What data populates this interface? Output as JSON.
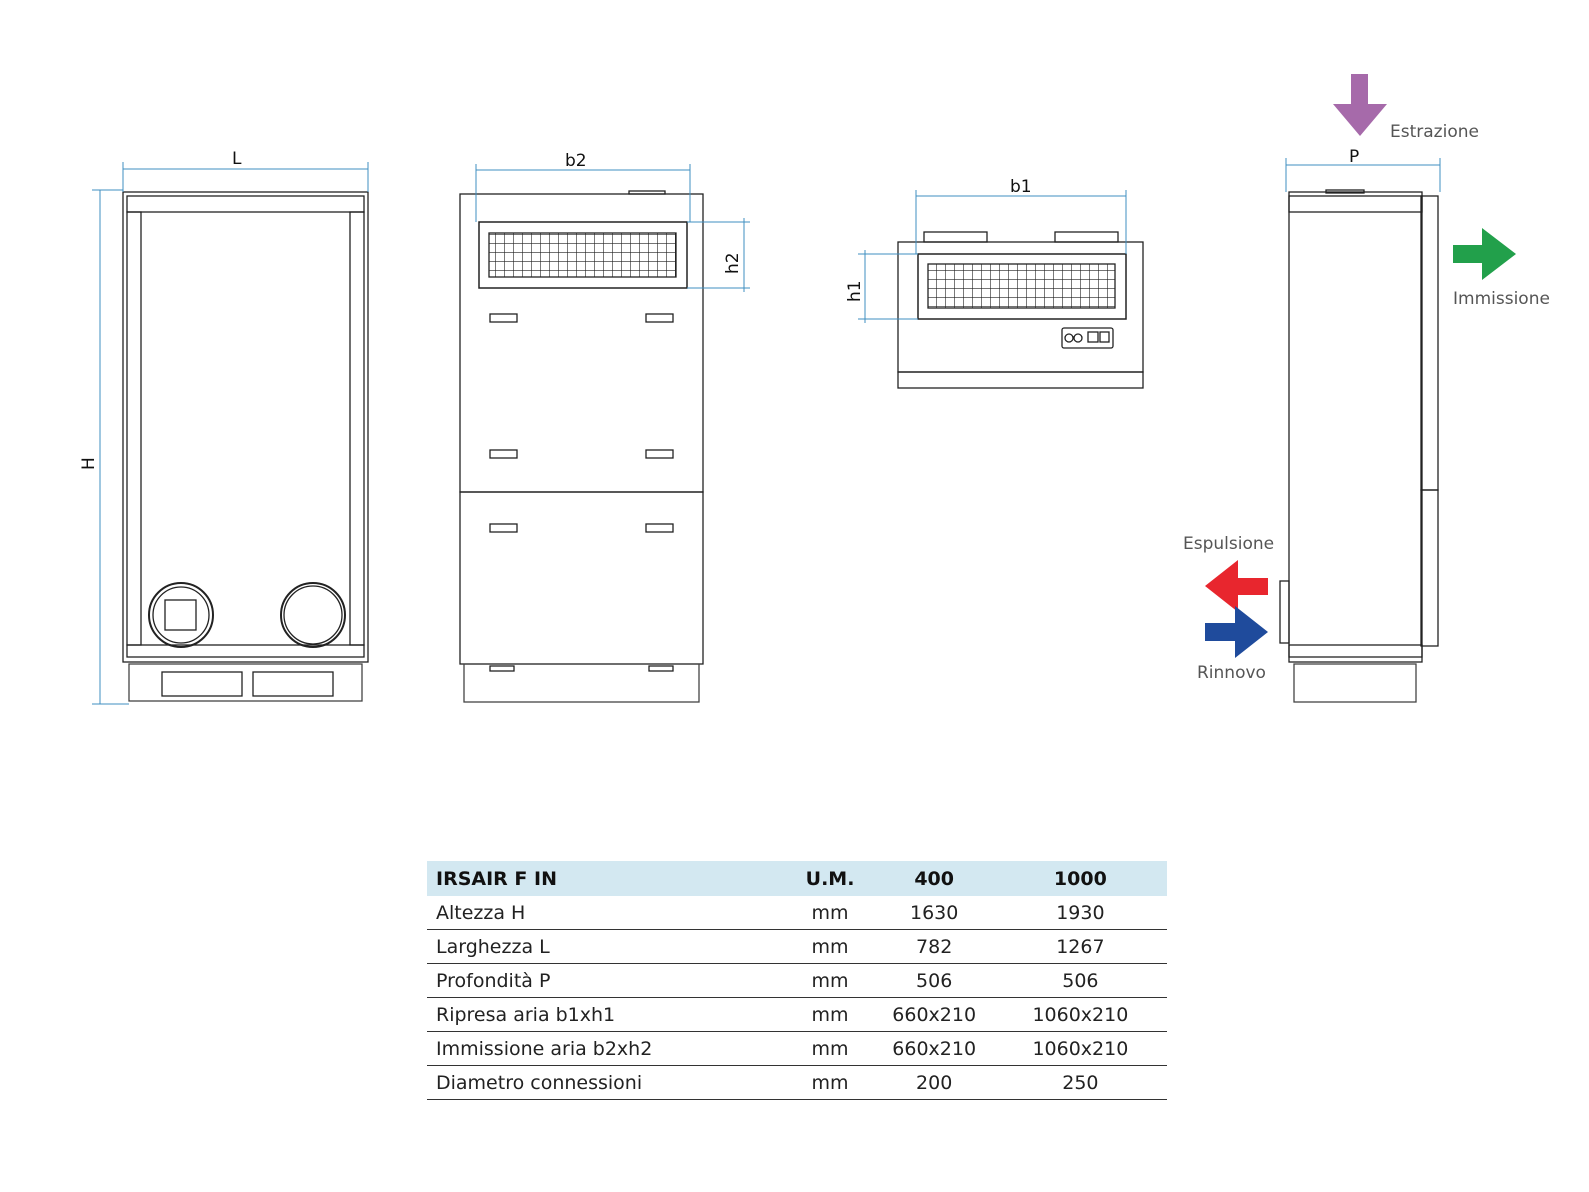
{
  "drawing": {
    "labels": {
      "L": "L",
      "H": "H",
      "b2": "b2",
      "h2": "h2",
      "b1": "b1",
      "h1": "h1",
      "P": "P"
    },
    "flows": {
      "estrazione": "Estrazione",
      "immissione": "Immissione",
      "espulsione": "Espulsione",
      "rinnovo": "Rinnovo"
    },
    "colors": {
      "estrazione": "#a66aaa",
      "immissione": "#22a04b",
      "espulsione": "#e8262e",
      "rinnovo": "#1f4b9c",
      "dimension": "#3f8fc0",
      "line": "#222222"
    }
  },
  "table": {
    "headers": [
      "IRSAIR F IN",
      "U.M.",
      "400",
      "1000"
    ],
    "rows": [
      [
        "Altezza H",
        "mm",
        "1630",
        "1930"
      ],
      [
        "Larghezza L",
        "mm",
        "782",
        "1267"
      ],
      [
        "Profondità P",
        "mm",
        "506",
        "506"
      ],
      [
        "Ripresa aria b1xh1",
        "mm",
        "660x210",
        "1060x210"
      ],
      [
        "Immissione aria b2xh2",
        "mm",
        "660x210",
        "1060x210"
      ],
      [
        "Diametro connessioni",
        "mm",
        "200",
        "250"
      ]
    ]
  }
}
